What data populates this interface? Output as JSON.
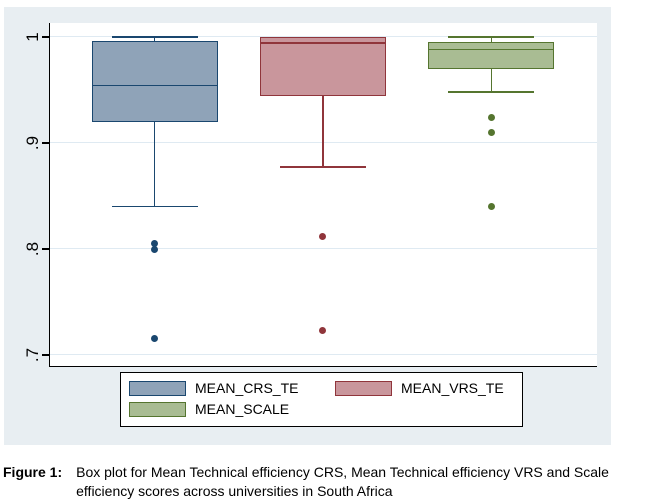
{
  "figure": {
    "caption": {
      "label": "Figure 1:",
      "lines": [
        "Box plot for Mean Technical efficiency CRS, Mean Technical efficiency VRS and Scale",
        "efficiency scores across universities in South Africa"
      ]
    }
  },
  "chart_data": {
    "type": "boxplot",
    "title": "",
    "xlabel": "",
    "ylabel": "",
    "ylim": [
      0.69,
      1.013
    ],
    "grid": true,
    "legend_position": "bottom",
    "yticks": [
      {
        "value": 1.0,
        "label": "1"
      },
      {
        "value": 0.9,
        "label": ".9"
      },
      {
        "value": 0.8,
        "label": ".8"
      },
      {
        "value": 0.7,
        "label": ".7"
      }
    ],
    "series": [
      {
        "name": "MEAN_CRS_TE",
        "fill": "#8fa3b8",
        "stroke": "#1a476f",
        "whisker_low": 0.84,
        "q1": 0.92,
        "median": 0.954,
        "q3": 0.996,
        "whisker_high": 1.0,
        "outliers": [
          0.805,
          0.799,
          0.715
        ]
      },
      {
        "name": "MEAN_VRS_TE",
        "fill": "#c9969c",
        "stroke": "#90353b",
        "whisker_low": 0.877,
        "q1": 0.944,
        "median": 0.994,
        "q3": 1.0,
        "whisker_high": 1.0,
        "outliers": [
          0.812,
          0.723
        ]
      },
      {
        "name": "MEAN_SCALE",
        "fill": "#a9bc93",
        "stroke": "#55752f",
        "whisker_low": 0.948,
        "q1": 0.97,
        "median": 0.988,
        "q3": 0.995,
        "whisker_high": 1.0,
        "outliers": [
          0.924,
          0.91,
          0.84
        ]
      }
    ],
    "colors": {
      "figure_background": "#e8eef2",
      "plot_background": "#ffffff",
      "gridline": "#dfeaf2",
      "axis": "#000000"
    }
  }
}
